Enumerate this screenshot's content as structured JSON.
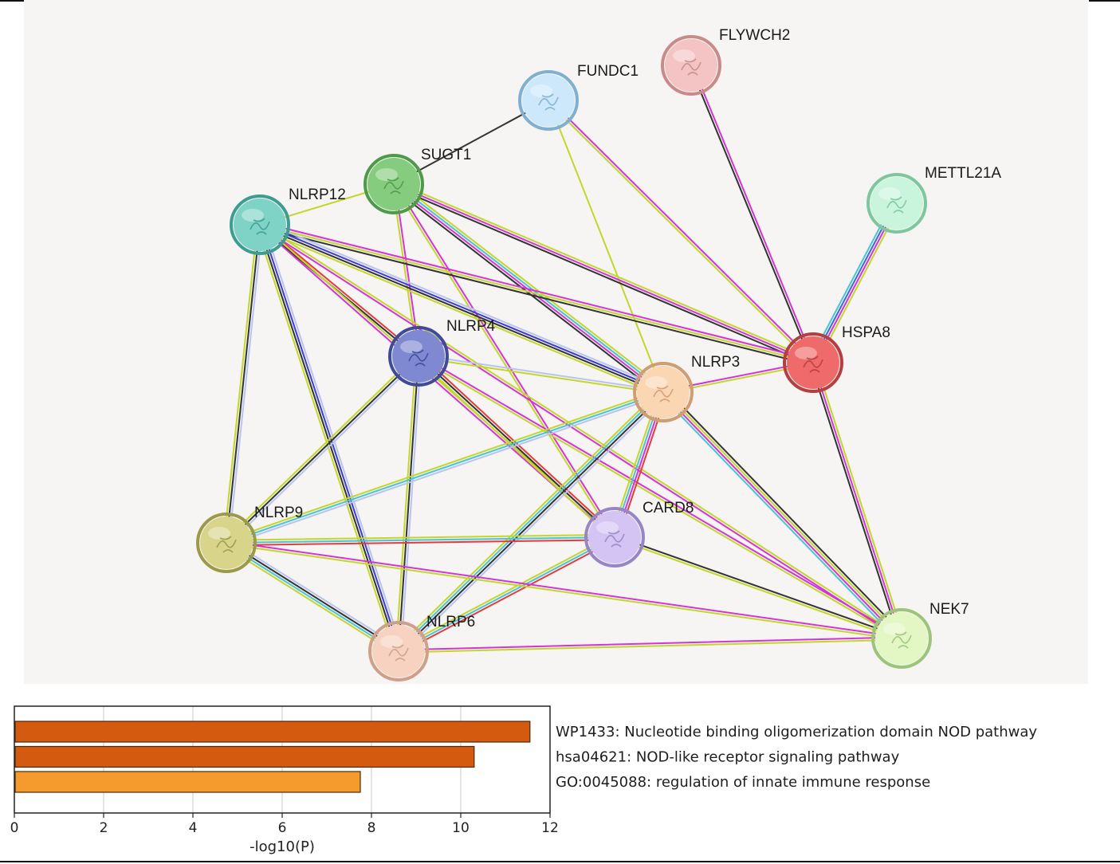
{
  "network": {
    "nodes": [
      {
        "id": "FLYWCH2",
        "label": "FLYWCH2",
        "fill": "#f4c3c3",
        "stroke": "#c98a8a"
      },
      {
        "id": "FUNDC1",
        "label": "FUNDC1",
        "fill": "#cde8fb",
        "stroke": "#7fb0d0"
      },
      {
        "id": "SUGT1",
        "label": "SUGT1",
        "fill": "#86cc7e",
        "stroke": "#4f9a48"
      },
      {
        "id": "NLRP12",
        "label": "NLRP12",
        "fill": "#7fd3c6",
        "stroke": "#3e9d91"
      },
      {
        "id": "METTL21A",
        "label": "METTL21A",
        "fill": "#c9f5dc",
        "stroke": "#7cc79d"
      },
      {
        "id": "NLRP4",
        "label": "NLRP4",
        "fill": "#7f89d1",
        "stroke": "#3f4a98"
      },
      {
        "id": "HSPA8",
        "label": "HSPA8",
        "fill": "#ef6b6b",
        "stroke": "#b73e3e"
      },
      {
        "id": "NLRP3",
        "label": "NLRP3",
        "fill": "#fbd6b3",
        "stroke": "#cf9d72"
      },
      {
        "id": "NLRP9",
        "label": "NLRP9",
        "fill": "#d8d58a",
        "stroke": "#9c9a48"
      },
      {
        "id": "CARD8",
        "label": "CARD8",
        "fill": "#d3c4f4",
        "stroke": "#9686c8"
      },
      {
        "id": "NLRP6",
        "label": "NLRP6",
        "fill": "#f8d2c0",
        "stroke": "#cf9f8a"
      },
      {
        "id": "NEK7",
        "label": "NEK7",
        "fill": "#e2f7c3",
        "stroke": "#9cc47a"
      }
    ],
    "edges": [
      {
        "from": "FUNDC1",
        "to": "SUGT1",
        "colors": [
          "#333333"
        ]
      },
      {
        "from": "FUNDC1",
        "to": "NLRP3",
        "colors": [
          "#c3d629"
        ]
      },
      {
        "from": "FUNDC1",
        "to": "HSPA8",
        "colors": [
          "#d633d6",
          "#c3d629"
        ]
      },
      {
        "from": "FLYWCH2",
        "to": "HSPA8",
        "colors": [
          "#d633d6",
          "#333333"
        ]
      },
      {
        "from": "METTL21A",
        "to": "HSPA8",
        "colors": [
          "#c3d629",
          "#d633d6",
          "#3b6bdb",
          "#48c4d8"
        ]
      },
      {
        "from": "SUGT1",
        "to": "NLRP12",
        "colors": [
          "#c3d629"
        ]
      },
      {
        "from": "SUGT1",
        "to": "NLRP4",
        "colors": [
          "#d633d6",
          "#c3d629"
        ]
      },
      {
        "from": "SUGT1",
        "to": "HSPA8",
        "colors": [
          "#c3d629",
          "#d633d6",
          "#333333"
        ]
      },
      {
        "from": "SUGT1",
        "to": "NLRP3",
        "colors": [
          "#c3d629",
          "#48c4d8",
          "#d633d6",
          "#333333"
        ]
      },
      {
        "from": "SUGT1",
        "to": "CARD8",
        "colors": [
          "#d633d6",
          "#c3d629"
        ]
      },
      {
        "from": "NLRP12",
        "to": "HSPA8",
        "colors": [
          "#d633d6",
          "#c3d629",
          "#333333"
        ]
      },
      {
        "from": "NLRP12",
        "to": "NLRP3",
        "colors": [
          "#b8c3f2",
          "#3b3bd6",
          "#333333",
          "#c3d629"
        ]
      },
      {
        "from": "NLRP12",
        "to": "NLRP4",
        "colors": [
          "#e83a3a",
          "#333333"
        ]
      },
      {
        "from": "NLRP12",
        "to": "NLRP9",
        "colors": [
          "#b8c3f2",
          "#333333",
          "#c3d629"
        ]
      },
      {
        "from": "NLRP12",
        "to": "NLRP6",
        "colors": [
          "#b8c3f2",
          "#3b3bd6",
          "#333333",
          "#c3d629"
        ]
      },
      {
        "from": "NLRP12",
        "to": "CARD8",
        "colors": [
          "#c3d629",
          "#d633d6"
        ]
      },
      {
        "from": "NLRP12",
        "to": "NEK7",
        "colors": [
          "#c3d629",
          "#d633d6"
        ]
      },
      {
        "from": "NLRP4",
        "to": "NLRP3",
        "colors": [
          "#b8c3f2",
          "#c3d629"
        ]
      },
      {
        "from": "NLRP4",
        "to": "CARD8",
        "colors": [
          "#e83a3a",
          "#333333",
          "#c3d629"
        ]
      },
      {
        "from": "NLRP4",
        "to": "NLRP9",
        "colors": [
          "#b8c3f2",
          "#333333",
          "#c3d629"
        ]
      },
      {
        "from": "NLRP4",
        "to": "NLRP6",
        "colors": [
          "#b8c3f2",
          "#333333",
          "#c3d629"
        ]
      },
      {
        "from": "NLRP4",
        "to": "NEK7",
        "colors": [
          "#d633d6",
          "#c3d629"
        ]
      },
      {
        "from": "NLRP3",
        "to": "HSPA8",
        "colors": [
          "#d633d6",
          "#c3d629"
        ]
      },
      {
        "from": "NLRP3",
        "to": "CARD8",
        "colors": [
          "#e83a3a",
          "#d633d6",
          "#48c4d8",
          "#c3d629"
        ]
      },
      {
        "from": "NLRP3",
        "to": "NLRP9",
        "colors": [
          "#b8c3f2",
          "#48c4d8",
          "#c3d629"
        ]
      },
      {
        "from": "NLRP3",
        "to": "NLRP6",
        "colors": [
          "#b8c3f2",
          "#333333",
          "#48c4d8",
          "#c3d629"
        ]
      },
      {
        "from": "NLRP3",
        "to": "NEK7",
        "colors": [
          "#333333",
          "#c3d629",
          "#d633d6",
          "#48c4d8"
        ]
      },
      {
        "from": "HSPA8",
        "to": "NEK7",
        "colors": [
          "#c3d629",
          "#d633d6",
          "#333333"
        ]
      },
      {
        "from": "CARD8",
        "to": "NLRP9",
        "colors": [
          "#e83a3a",
          "#48c4d8",
          "#c3d629"
        ]
      },
      {
        "from": "CARD8",
        "to": "NLRP6",
        "colors": [
          "#e83a3a",
          "#48c4d8",
          "#c3d629"
        ]
      },
      {
        "from": "CARD8",
        "to": "NEK7",
        "colors": [
          "#333333",
          "#c3d629"
        ]
      },
      {
        "from": "NLRP9",
        "to": "NLRP6",
        "colors": [
          "#b8c3f2",
          "#333333",
          "#48c4d8",
          "#c3d629"
        ]
      },
      {
        "from": "NLRP9",
        "to": "NEK7",
        "colors": [
          "#d633d6",
          "#c3d629"
        ]
      },
      {
        "from": "NLRP6",
        "to": "NEK7",
        "colors": [
          "#d633d6",
          "#c3d629"
        ]
      }
    ]
  },
  "chart_data": {
    "type": "bar",
    "orientation": "horizontal",
    "categories": [
      "WP1433: Nucleotide binding oligomerization domain NOD pathway",
      "hsa04621: NOD-like receptor signaling pathway",
      "GO:0045088: regulation of innate immune response"
    ],
    "values": [
      11.55,
      10.3,
      7.75
    ],
    "colors": [
      "#d35a0f",
      "#d35a0f",
      "#f59a2d"
    ],
    "xlabel": "-log10(P)",
    "xlim": [
      0,
      12
    ],
    "xticks": [
      "0",
      "2",
      "4",
      "6",
      "8",
      "10",
      "12"
    ],
    "grid": true
  }
}
